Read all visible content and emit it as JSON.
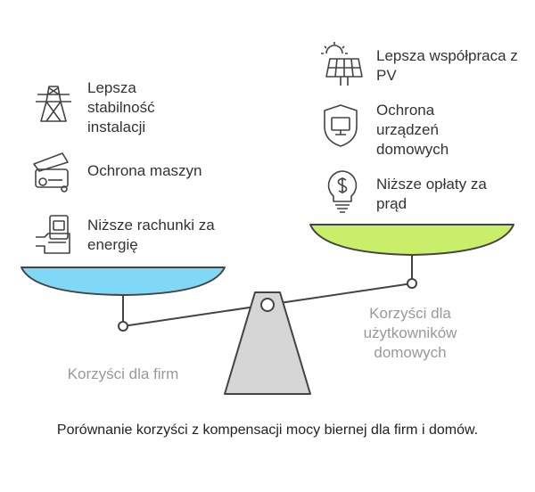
{
  "firms": {
    "group_label": "Korzyści dla firm",
    "items": [
      {
        "icon": "power-pylon-icon",
        "text": "Lepsza stabilność instalacji"
      },
      {
        "icon": "machine-icon",
        "text": "Ochrona maszyn"
      },
      {
        "icon": "bill-icon",
        "text": "Niższe rachunki za energię"
      }
    ]
  },
  "homes": {
    "group_label": "Korzyści dla użytkowników domowych",
    "items": [
      {
        "icon": "solar-panel-icon",
        "text": "Lepsza współpraca z PV"
      },
      {
        "icon": "shield-monitor-icon",
        "text": "Ochrona urządzeń domowych"
      },
      {
        "icon": "lightbulb-dollar-icon",
        "text": "Niższe opłaty za prąd"
      }
    ]
  },
  "caption": "Porównanie korzyści z kompensacji mocy biernej dla firm i domów.",
  "colors": {
    "firms_pan": "#7fd8f5",
    "homes_pan": "#c8ee6a",
    "fulcrum": "#d6d6d6",
    "stroke": "#444444",
    "muted_text": "#999999"
  }
}
